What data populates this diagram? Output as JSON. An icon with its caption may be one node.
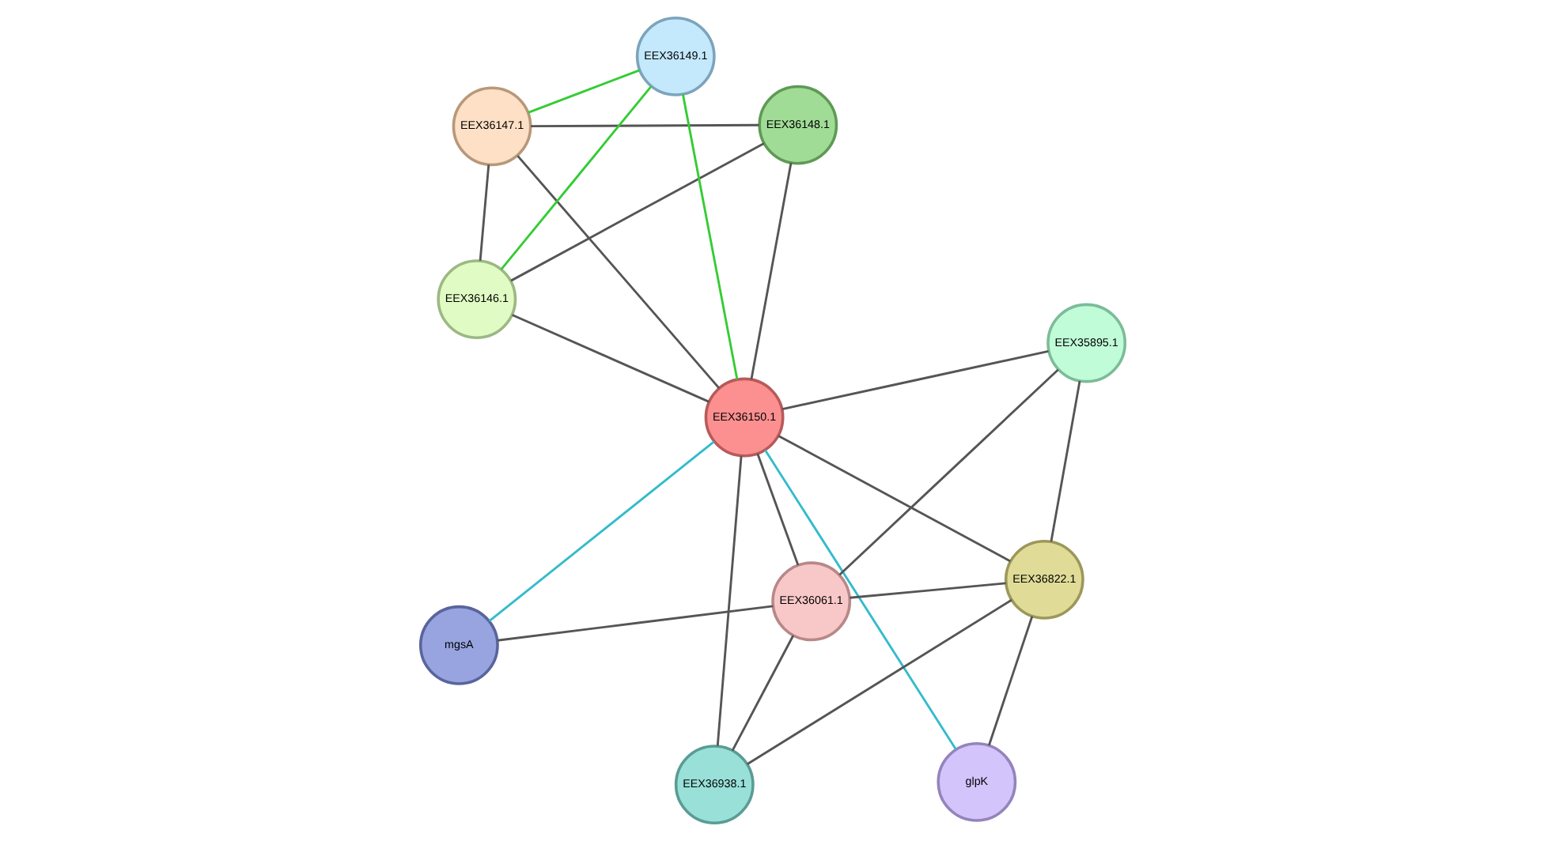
{
  "diagram": {
    "nodes": [
      {
        "text": [
          "EEX36147.1"
        ]
      },
      {
        "text": [
          "EEX36148.1"
        ]
      },
      {
        "text": [
          "EEX36146.1"
        ]
      },
      {
        "text": [
          "EEX36149.1"
        ]
      },
      {
        "text": [
          "EEX36150.1"
        ]
      },
      {
        "text": [
          "EEX35895.1"
        ]
      },
      {
        "text": [
          "EEX36938.1"
        ]
      },
      {
        "text": [
          "EEX36061.1"
        ]
      },
      {
        "text": [
          "mgsA"
        ]
      },
      {
        "text": [
          "EEX36822.1"
        ]
      },
      {
        "text": [
          "glpK"
        ]
      }
    ],
    "edges": [
      {
        "from": 0,
        "to": 1,
        "arrow": "none"
      },
      {
        "from": 0,
        "to": 2,
        "arrow": "none"
      },
      {
        "from": 0,
        "to": 3,
        "arrow": "none",
        "color": "#33cc33"
      },
      {
        "from": 0,
        "to": 4,
        "arrow": "none"
      },
      {
        "from": 1,
        "to": 2,
        "arrow": "none"
      },
      {
        "from": 1,
        "to": 4,
        "arrow": "none"
      },
      {
        "from": 2,
        "to": 3,
        "arrow": "none",
        "color": "#33cc33"
      },
      {
        "from": 2,
        "to": 4,
        "arrow": "none"
      },
      {
        "from": 3,
        "to": 4,
        "arrow": "none",
        "color": "#33cc33"
      },
      {
        "from": 4,
        "to": 5,
        "arrow": "none"
      },
      {
        "from": 4,
        "to": 6,
        "arrow": "none"
      },
      {
        "from": 4,
        "to": 7,
        "arrow": "none"
      },
      {
        "from": 4,
        "to": 8,
        "arrow": "none",
        "color": "#33bbcc"
      },
      {
        "from": 4,
        "to": 9,
        "arrow": "none"
      },
      {
        "from": 4,
        "to": 10,
        "arrow": "none",
        "color": "#33bbcc"
      },
      {
        "from": 5,
        "to": 7,
        "arrow": "none"
      },
      {
        "from": 5,
        "to": 9,
        "arrow": "none"
      },
      {
        "from": 6,
        "to": 7,
        "arrow": "none"
      },
      {
        "from": 6,
        "to": 9,
        "arrow": "none"
      },
      {
        "from": 7,
        "to": 9,
        "arrow": "none"
      },
      {
        "from": 7,
        "to": 8,
        "arrow": "none"
      },
      {
        "from": 9,
        "to": 10,
        "arrow": "none"
      }
    ]
  }
}
